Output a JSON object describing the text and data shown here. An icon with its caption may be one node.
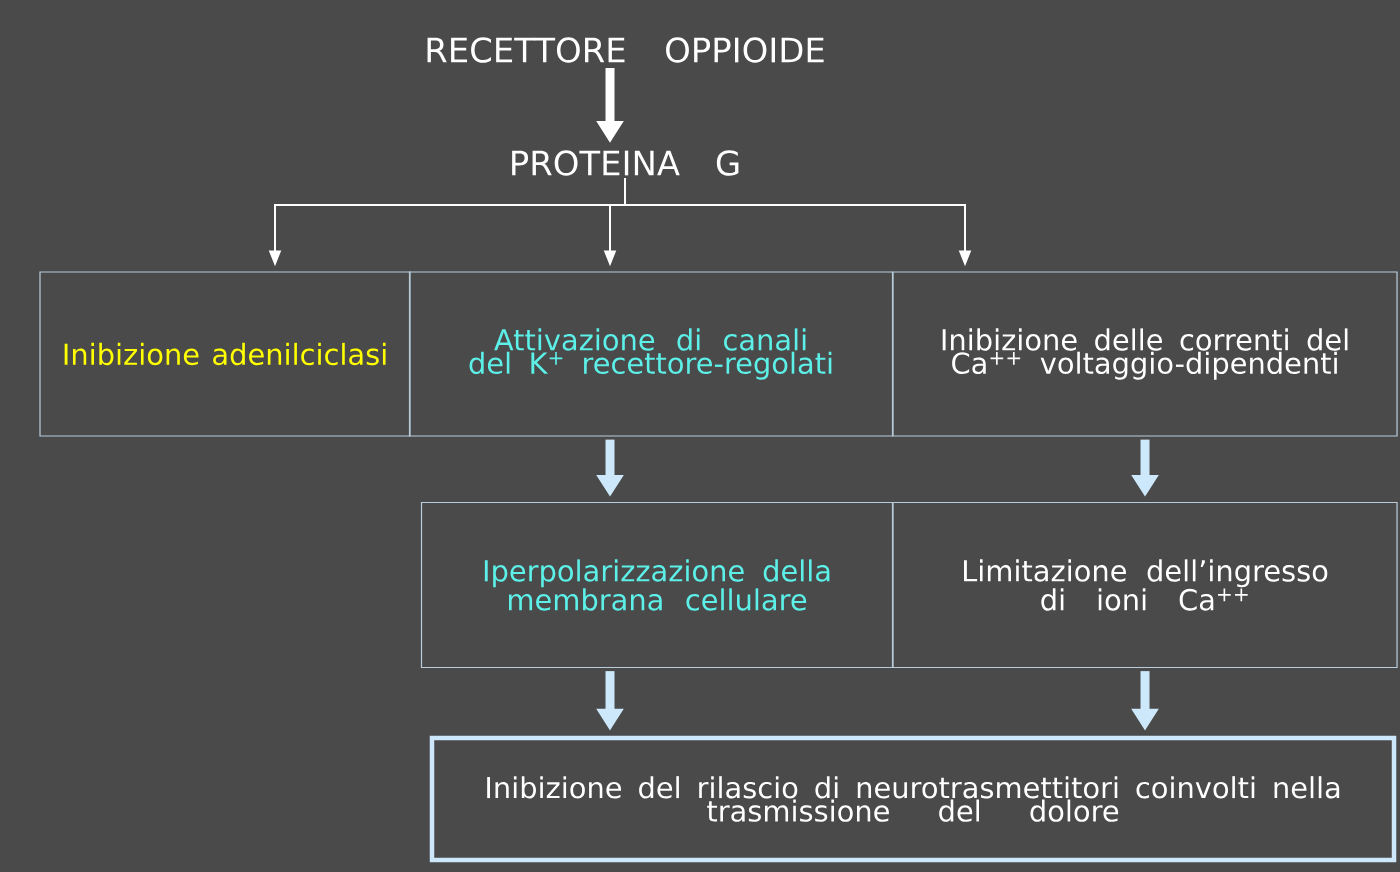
{
  "diagram": {
    "nodes": [
      {
        "text": [
          "RECETTORE OPPIOIDE"
        ]
      },
      {
        "text": [
          "PROTEINA G"
        ]
      },
      {
        "text": [
          "Inibizione adenilciclasi"
        ]
      },
      {
        "text": [
          "Attivazione di canali del K$^{+}$ recettore-regolati"
        ]
      },
      {
        "text": [
          "Inibizione delle correnti del Ca$^{++}$ voltaggio-dipendenti"
        ]
      },
      {
        "text": [
          "Iperpolarizzazione della membrana cellulare"
        ]
      },
      {
        "text": [
          "Limitazione dell’ingresso di ioni Ca$^{++}$"
        ]
      },
      {
        "text": [
          "Inibizione del rilascio di neurotrasmettitori coinvolti nella trasmissione del dolore"
        ]
      }
    ],
    "edges": [
      {
        "from": 0,
        "to": 1,
        "arrow": "to"
      },
      {
        "from": 1,
        "to": 2,
        "arrow": "to"
      },
      {
        "from": 1,
        "to": 3,
        "arrow": "to"
      },
      {
        "from": 1,
        "to": 4,
        "arrow": "to"
      },
      {
        "from": 3,
        "to": 5,
        "arrow": "to",
        "color": "#cce8fa"
      },
      {
        "from": 4,
        "to": 6,
        "arrow": "to",
        "color": "#cce8fa"
      },
      {
        "from": 5,
        "to": 7,
        "arrow": "to",
        "color": "#cce8fa"
      },
      {
        "from": 6,
        "to": 7,
        "arrow": "to",
        "color": "#cce8fa"
      }
    ]
  }
}
